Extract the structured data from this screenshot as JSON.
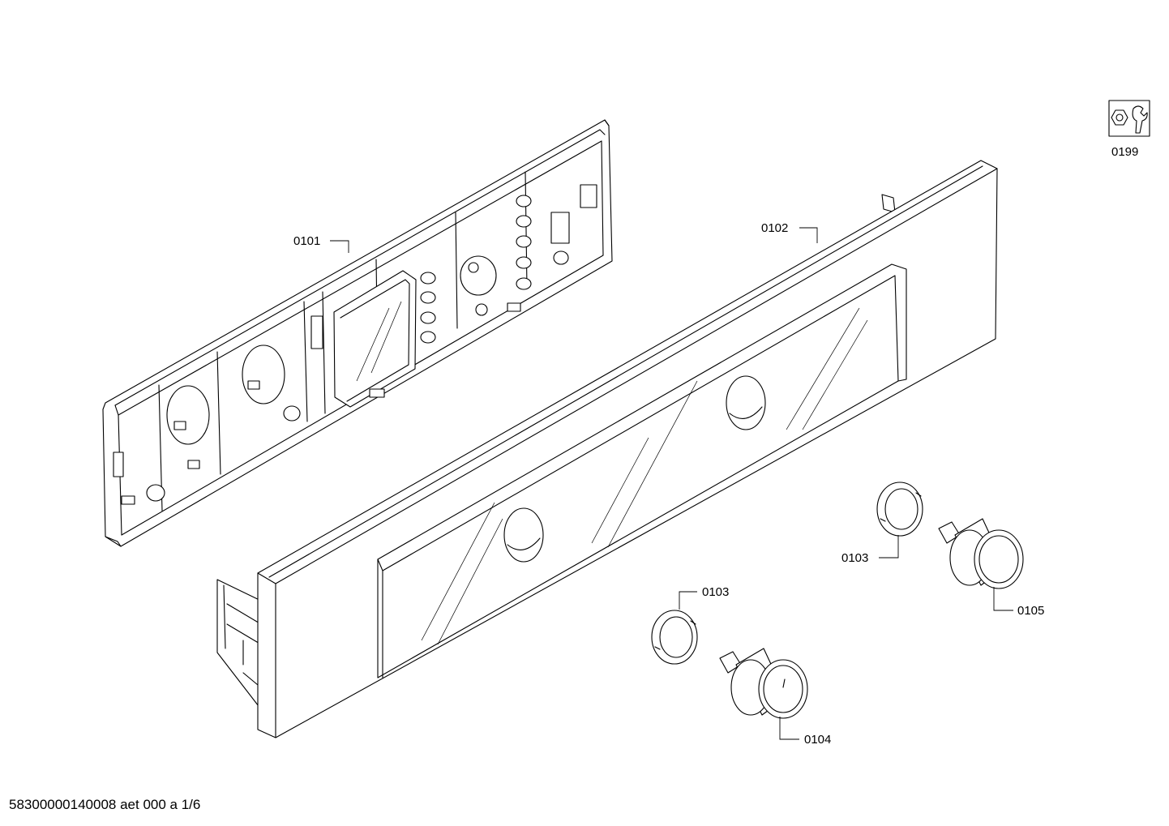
{
  "labels": {
    "frame": "0101",
    "panel": "0102",
    "ring_upper": "0103",
    "ring_lower": "0103",
    "knob_lower": "0104",
    "knob_upper": "0105",
    "tool": "0199"
  },
  "footer": {
    "drawing_code": "58300000140008 aet 000 a 1/6"
  },
  "icons": {
    "tool": "wrench-hex-icon"
  },
  "colors": {
    "line": "#000000",
    "background": "#ffffff"
  }
}
